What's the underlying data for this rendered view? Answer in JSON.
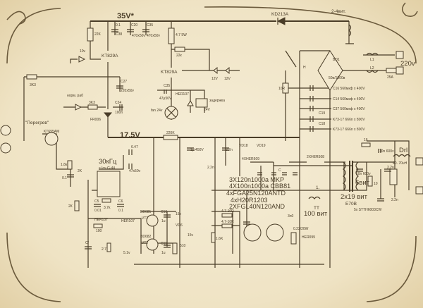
{
  "labels": {
    "v35": "35V*",
    "kd213a": "KD213A",
    "vit_2_4": "2-4вит.",
    "r22k": "22K",
    "c38_val": "0.1",
    "c38": "C38",
    "c20": "C20",
    "c20_val": "470x50v",
    "c35a": "C35",
    "c35a_val": "470x50v",
    "r47_5w": "4.7 5W",
    "d10v": "10v",
    "kt829a_1": "KT829A",
    "r22": "22к",
    "kt829a_2": "KT829A",
    "z12v_1": "12V",
    "z12v_2": "12V",
    "r3k3_1": "3K3",
    "c27": "C27",
    "c27_val": "220x50v",
    "c35b": "C35",
    "c35b_val": "47µ50V",
    "her107_1": "HER107",
    "delay": "задержка",
    "relay_24v": "24V",
    "norm": "норм. раб",
    "r3k3_2": "3K3",
    "c24": "C24",
    "c24_val": "100n",
    "fan": "fan 24v",
    "fr006": "FR006",
    "overheat": "\"Перегрев\"",
    "kt695am": "KT695AM",
    "v175": "17.5V",
    "r220k": "220K",
    "c647": "6.47",
    "c1u450": "1µ/450V",
    "c47x50": "47x50v",
    "freq": "30кГц",
    "ic_note": "≈ Iсч G-44",
    "r18k": "1.8к",
    "pot2k": "2K",
    "c01": "0.1",
    "r2k": "2К",
    "c5": "C5",
    "c5_val": "0.01",
    "r37k": "3.7k",
    "c6": "C6",
    "c6_val": "0.1",
    "her107_2": "HER107",
    "her107_3": "HER107",
    "r100": "100",
    "bd681": "BD681",
    "vt2a": "VT2",
    "bd682": "BD682",
    "vt2b": "VT2",
    "c10": "C10",
    "c10_val": "1u",
    "z15v_1": "15v",
    "vd6": "VD6",
    "c11": "C11",
    "c11_val": "1u",
    "z15v_2": "15v",
    "r510": "510",
    "z51": "5.1v",
    "r27": "2.7",
    "cf": "Cf",
    "vd18": "VD18",
    "vd19": "VD19",
    "c22n_1": "2.2n",
    "c22n_2": "2.2n",
    "her509": "4XHER509",
    "her508": "2XHER508",
    "cap_c": "C",
    "parts1": "3X120n1000a MKP",
    "parts2": "4X100n1000a CBB81",
    "parts3": "4xFGA25N120ANTD",
    "parts4": "4xH20R1203",
    "parts5": "2XFGL40N120AND",
    "tt_dot": "1.",
    "tt": "TT",
    "tt_turns": "100 вит",
    "sec_turns": "6вит",
    "pri_turns": "2x19 вит",
    "core": "E70B",
    "diodes": "5x STTH6003CW",
    "drl": "Drl",
    "drl_val": "40..70uH",
    "r16": "16",
    "c10n_1": "10n 600v",
    "c10n_2": "10n 600v",
    "r10": "10",
    "c22n_3": "2.2n",
    "c22n_4": "2.2n",
    "r47_10_1": "4.7-10R",
    "r47_10_2": "4.7-10R",
    "r16k": "1.6K",
    "c3n0": "3n0",
    "r022": "0.22/20W",
    "her099": "HER099",
    "v220": "220v",
    "bd1": "BD1",
    "bd1_val": "50в/1000в",
    "l1": "L1",
    "l2": "L2",
    "fuse": "25A",
    "c16": "C16  560мкф x 400V",
    "c14": "C14  560мкф x 400V",
    "c37": "C37  560мкф x 400V",
    "c19a": "K73-17 666n x 800V",
    "c19b": "K73-17 666n x 800V",
    "c19_lbl": "C19",
    "c18_lbl": "C18",
    "ntc": "10R",
    "sw": "H"
  }
}
